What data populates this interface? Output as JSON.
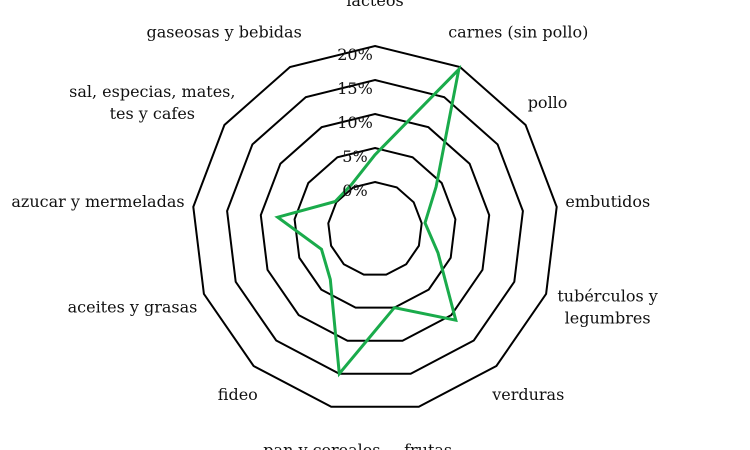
{
  "chart_data": {
    "type": "radar",
    "title": "",
    "axis_range": [
      0,
      20
    ],
    "grid": true,
    "ticks": [
      {
        "value": 0,
        "label": "0%"
      },
      {
        "value": 5,
        "label": "5%"
      },
      {
        "value": 10,
        "label": "10%"
      },
      {
        "value": 15,
        "label": "15%"
      },
      {
        "value": 20,
        "label": "20%"
      }
    ],
    "categories": [
      {
        "label_lines": [
          "lacteos"
        ]
      },
      {
        "label_lines": [
          "carnes (sin pollo)"
        ]
      },
      {
        "label_lines": [
          "pollo"
        ]
      },
      {
        "label_lines": [
          "embutidos"
        ]
      },
      {
        "label_lines": [
          "tubérculos y",
          "legumbres"
        ]
      },
      {
        "label_lines": [
          "verduras"
        ]
      },
      {
        "label_lines": [
          "frutas"
        ]
      },
      {
        "label_lines": [
          "pan y cereales"
        ]
      },
      {
        "label_lines": [
          "fideo"
        ]
      },
      {
        "label_lines": [
          "aceites y grasas"
        ]
      },
      {
        "label_lines": [
          "azucar y mermeladas"
        ]
      },
      {
        "label_lines": [
          "sal, especias, mates,",
          "tes y cafes"
        ]
      },
      {
        "label_lines": [
          "gaseosas y bebidas"
        ]
      }
    ],
    "series": [
      {
        "color": "#1aab4b",
        "values": [
          4.0,
          19.6,
          4.0,
          0.5,
          3.0,
          11.0,
          5.0,
          15.0,
          3.0,
          1.5,
          7.5,
          0.2,
          0.5
        ]
      }
    ]
  }
}
